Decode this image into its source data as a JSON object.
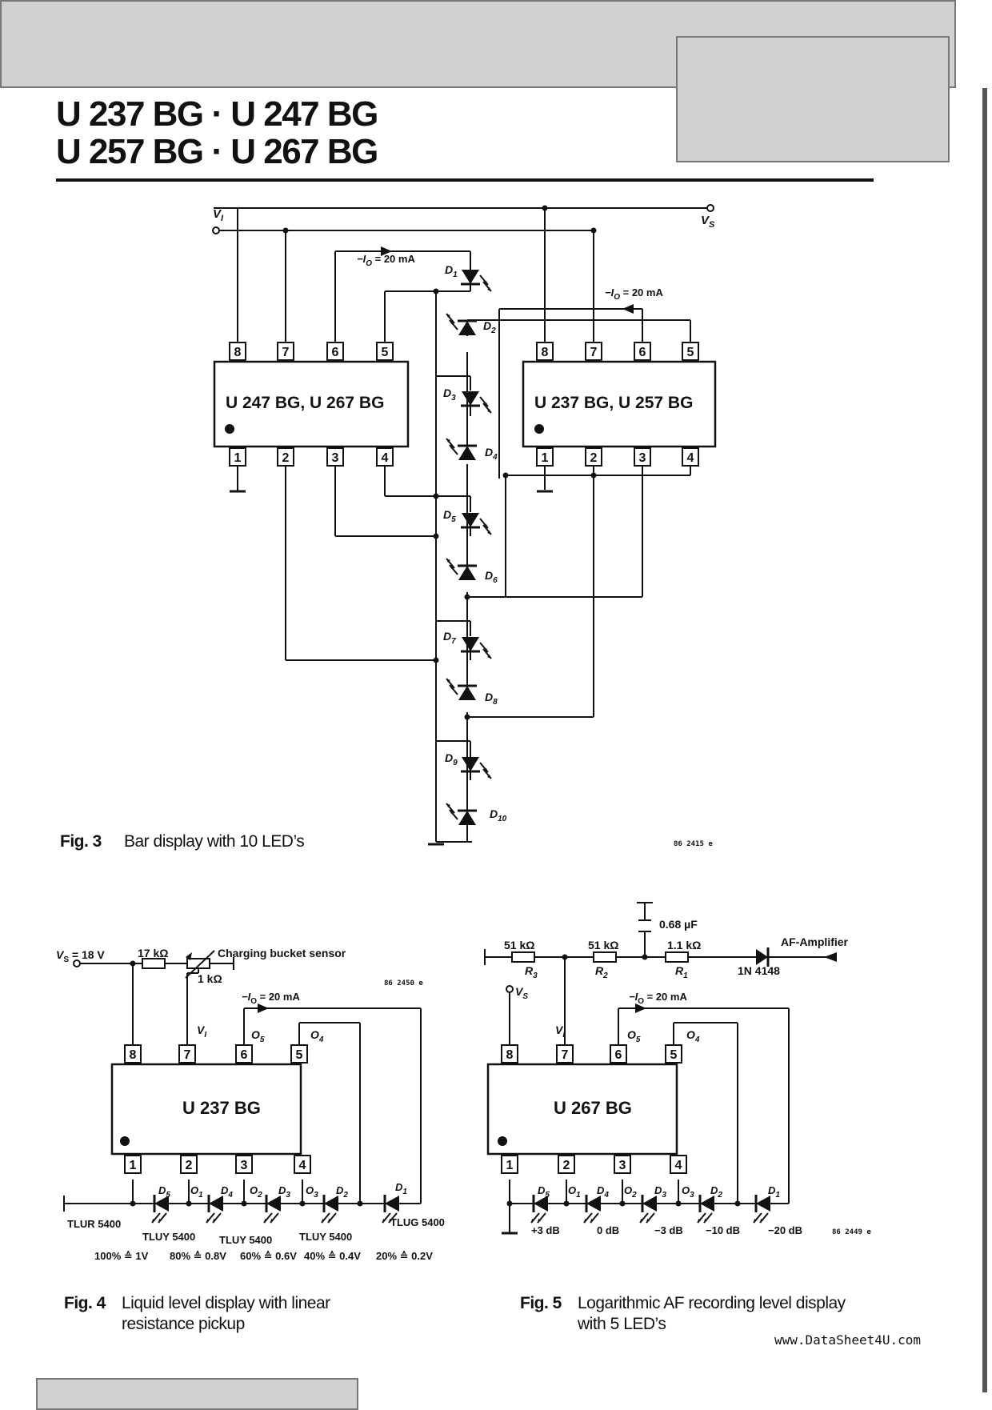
{
  "header": {
    "title_line1": "U 237 BG · U 247 BG",
    "title_line2": "U 257 BG · U 267 BG"
  },
  "fig3": {
    "number": "Fig. 3",
    "caption": "Bar display with 10 LED’s",
    "code": "86 2415 e",
    "vi_label": "V",
    "vi_sub": "I",
    "vs_label": "V",
    "vs_sub": "S",
    "current_left": "−I",
    "current_right": "−I",
    "current_sub": "O",
    "current_value": " = 20 mA",
    "ic_left": "U 247 BG, U 267 BG",
    "ic_right": "U 237 BG, U 257 BG",
    "pins_top": [
      "8",
      "7",
      "6",
      "5"
    ],
    "pins_bottom": [
      "1",
      "2",
      "3",
      "4"
    ],
    "leds": [
      "D",
      "D",
      "D",
      "D",
      "D",
      "D",
      "D",
      "D",
      "D",
      "D"
    ],
    "led_subs": [
      "1",
      "2",
      "3",
      "4",
      "5",
      "6",
      "7",
      "8",
      "9",
      "10"
    ]
  },
  "fig4": {
    "number": "Fig. 4",
    "caption_line1": "Liquid level display with linear",
    "caption_line2": "resistance pickup",
    "code": "86 2450 e",
    "vs_label": "V",
    "vs_sub": "S",
    "vs_value": " = 18 V",
    "r1": "17 kΩ",
    "pot": "1 kΩ",
    "sensor": "Charging bucket sensor",
    "vi_label": "V",
    "vi_sub": "I",
    "current": "−I",
    "current_sub": "O",
    "current_value": " = 20 mA",
    "o5": "O",
    "o5_sub": "5",
    "o4": "O",
    "o4_sub": "4",
    "ic": "U 237 BG",
    "pins_top": [
      "8",
      "7",
      "6",
      "5"
    ],
    "pins_bottom": [
      "1",
      "2",
      "3",
      "4"
    ],
    "chain": [
      "D",
      "O",
      "D",
      "O",
      "D",
      "O",
      "D",
      "D"
    ],
    "chain_subs": [
      "5",
      "1",
      "4",
      "2",
      "3",
      "3",
      "2",
      "1"
    ],
    "led_types": [
      "TLUR 5400",
      "TLUY 5400",
      "TLUY 5400",
      "TLUY 5400",
      "TLUG 5400"
    ],
    "levels": [
      "100% ≙ 1V",
      "80% ≙ 0.8V",
      "60% ≙ 0.6V",
      "40% ≙ 0.4V",
      "20% ≙ 0.2V"
    ]
  },
  "fig5": {
    "number": "Fig. 5",
    "caption_line1": "Logarithmic AF recording level display",
    "caption_line2": "with 5 LED’s",
    "code": "86 2449 e",
    "cap": "0.68 µF",
    "r3": "51 kΩ",
    "r3_label": "R",
    "r3_sub": "3",
    "r2": "51 kΩ",
    "r2_label": "R",
    "r2_sub": "2",
    "r1": "1.1 kΩ",
    "r1_label": "R",
    "r1_sub": "1",
    "diode": "1N 4148",
    "af": "AF-Amplifier",
    "vs_label": "V",
    "vs_sub": "S",
    "vi_label": "V",
    "vi_sub": "I",
    "current": "−I",
    "current_sub": "O",
    "current_value": " = 20 mA",
    "o5": "O",
    "o5_sub": "5",
    "o4": "O",
    "o4_sub": "4",
    "ic": "U 267 BG",
    "pins_top": [
      "8",
      "7",
      "6",
      "5"
    ],
    "pins_bottom": [
      "1",
      "2",
      "3",
      "4"
    ],
    "chain": [
      "D",
      "O",
      "D",
      "O",
      "D",
      "O",
      "D",
      "D"
    ],
    "chain_subs": [
      "5",
      "1",
      "4",
      "2",
      "3",
      "3",
      "2",
      "1"
    ],
    "levels": [
      "+3 dB",
      "0 dB",
      "−3 dB",
      "−10 dB",
      "−20 dB"
    ]
  },
  "footer": {
    "watermark": "www.DataSheet4U.com"
  }
}
